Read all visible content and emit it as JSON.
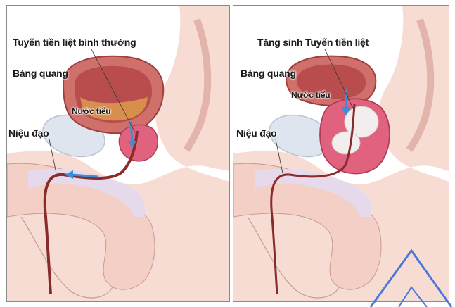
{
  "panels": {
    "normal": {
      "title": "Tuyến tiền liệt bình thường",
      "bladder": "Bàng quang",
      "urine": "Nước tiểu",
      "urethra": "Niệu đạo"
    },
    "enlarged": {
      "title": "Tăng sinh Tuyến tiền liệt",
      "bladder": "Bàng quang",
      "urine": "Nước tiểu",
      "urethra": "Niệu đạo"
    }
  },
  "colors": {
    "skin": "#f4d4cc",
    "bladder_wall": "#c65a5a",
    "bladder_inner": "#b14a4a",
    "prostate": "#e0627e",
    "urethra": "#8a2b2b",
    "arrow": "#3a8fd6",
    "bone": "#e7d9ec",
    "pubic": "#dfe3ee",
    "watermark": "#4a78d8"
  }
}
